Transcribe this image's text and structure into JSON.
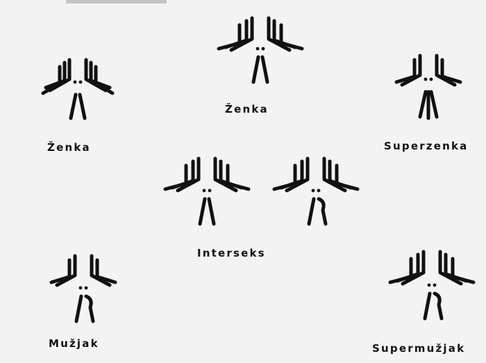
{
  "figures": [
    {
      "id": "zenka-left",
      "label": "Ženka",
      "autosome_pairs": 3,
      "sex_chromosomes": "XX"
    },
    {
      "id": "zenka-top",
      "label": "Ženka",
      "autosome_pairs": 3,
      "sex_chromosomes": "XX"
    },
    {
      "id": "superzenka",
      "label": "Superzenka",
      "autosome_pairs": 2,
      "sex_chromosomes": "XXX"
    },
    {
      "id": "interseks-left",
      "label": "Interseks",
      "autosome_pairs": 3,
      "sex_chromosomes": "XX"
    },
    {
      "id": "interseks-right",
      "label": "",
      "autosome_pairs": 3,
      "sex_chromosomes": "XY"
    },
    {
      "id": "muzjak",
      "label": "Mužjak",
      "autosome_pairs": 2,
      "sex_chromosomes": "XY"
    },
    {
      "id": "supermuzjak",
      "label": "Supermužjak",
      "autosome_pairs": 3,
      "sex_chromosomes": "XY"
    }
  ],
  "colors": {
    "ink": "#111111",
    "paper": "#f3f3f3"
  }
}
